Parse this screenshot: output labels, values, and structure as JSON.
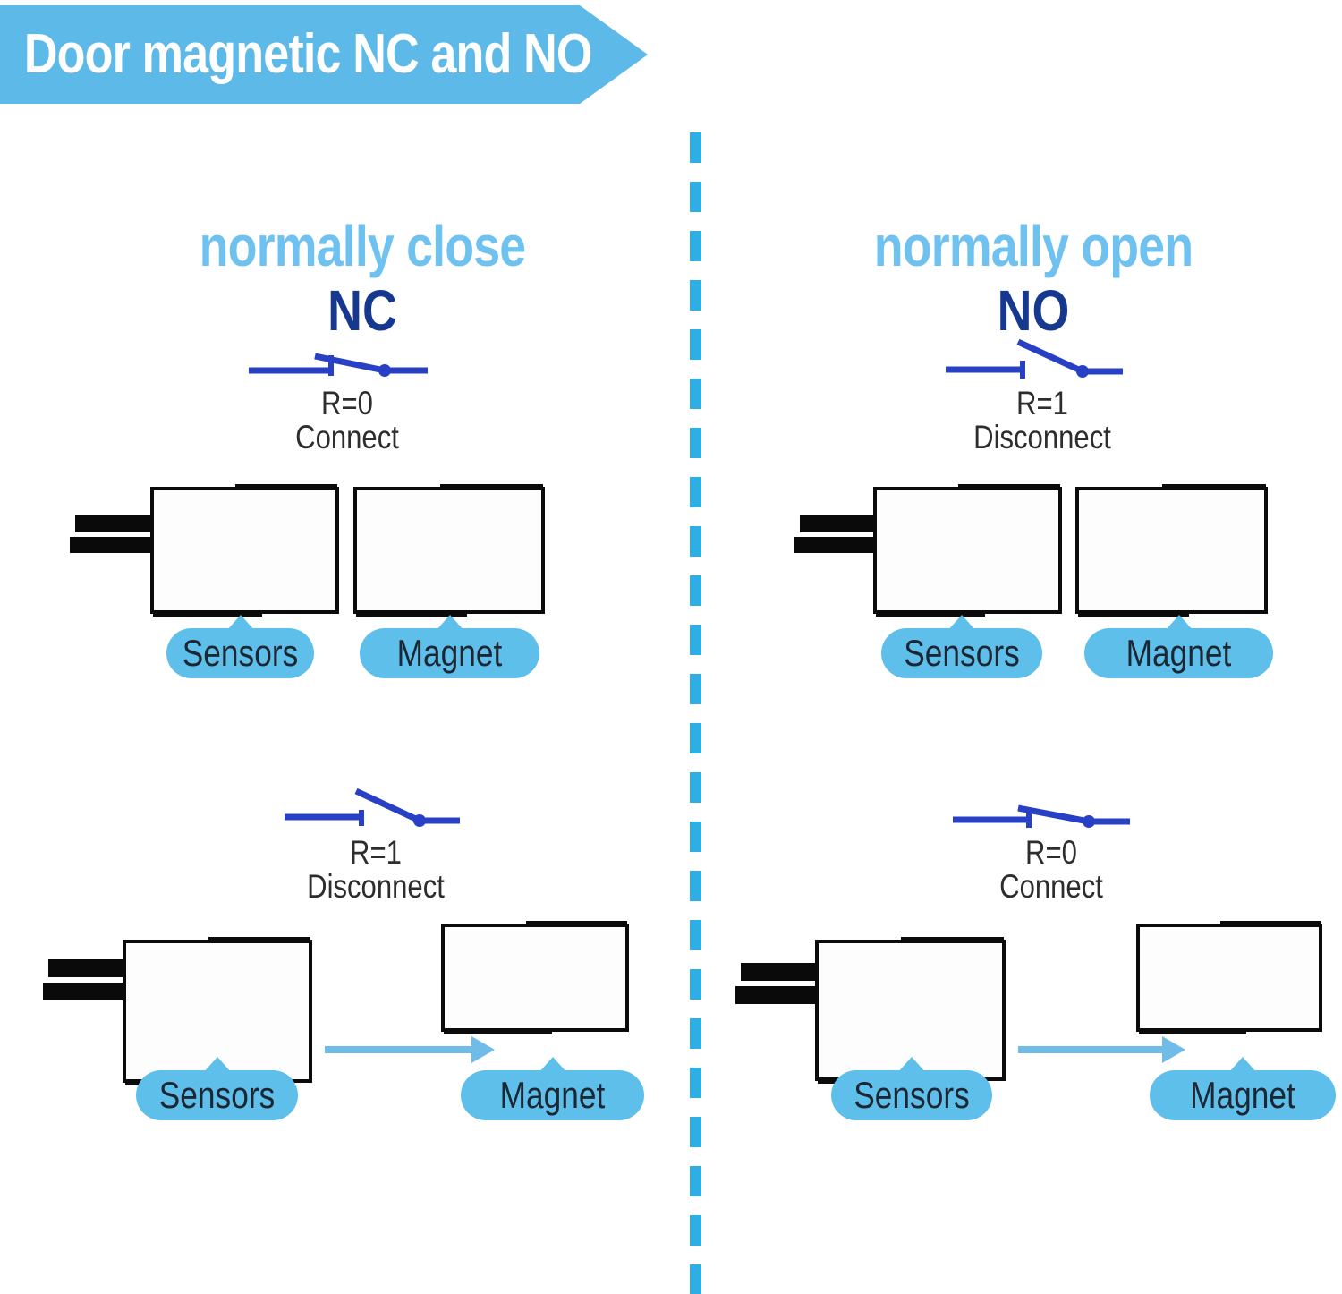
{
  "banner": {
    "title": "Door magnetic NC and NO"
  },
  "colors": {
    "banner_blue": "#5CB9E8",
    "banner_text": "#FFFFFF",
    "heading_blue": "#6FC2EF",
    "abbr_navy": "#16388F",
    "switch_blue": "#2840C6",
    "label_blue": "#5EBFEA",
    "arrow_blue": "#6FBCE8",
    "divider_blue": "#2FAEE4",
    "status_text": "#2D2D30",
    "label_text": "#1C2733",
    "box_border": "#0B0B0B",
    "wire_black": "#0A0A0A"
  },
  "sections": {
    "nc": {
      "heading": "normally close",
      "abbr": "NC",
      "closed_state": {
        "resistance": "R=0",
        "status": "Connect"
      },
      "open_state": {
        "resistance": "R=1",
        "status": "Disconnect"
      },
      "sensors_label": "Sensors",
      "magnet_label": "Magnet"
    },
    "no": {
      "heading": "normally open",
      "abbr": "NO",
      "open_state": {
        "resistance": "R=1",
        "status": "Disconnect"
      },
      "closed_state": {
        "resistance": "R=0",
        "status": "Connect"
      },
      "sensors_label": "Sensors",
      "magnet_label": "Magnet"
    }
  }
}
